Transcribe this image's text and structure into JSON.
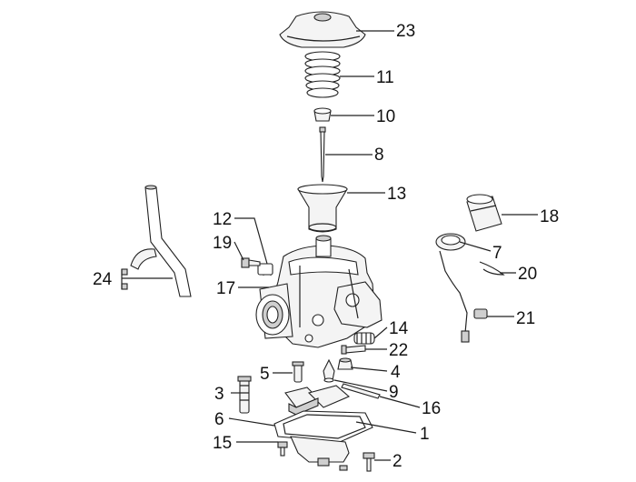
{
  "callouts": [
    {
      "id": "c23",
      "num": "23"
    },
    {
      "id": "c11",
      "num": "11"
    },
    {
      "id": "c10",
      "num": "10"
    },
    {
      "id": "c8",
      "num": "8"
    },
    {
      "id": "c13",
      "num": "13"
    },
    {
      "id": "c18",
      "num": "18"
    },
    {
      "id": "c12",
      "num": "12"
    },
    {
      "id": "c7",
      "num": "7"
    },
    {
      "id": "c19",
      "num": "19"
    },
    {
      "id": "c20",
      "num": "20"
    },
    {
      "id": "c24",
      "num": "24"
    },
    {
      "id": "c17",
      "num": "17"
    },
    {
      "id": "c21",
      "num": "21"
    },
    {
      "id": "c14",
      "num": "14"
    },
    {
      "id": "c22",
      "num": "22"
    },
    {
      "id": "c5",
      "num": "5"
    },
    {
      "id": "c4",
      "num": "4"
    },
    {
      "id": "c3",
      "num": "3"
    },
    {
      "id": "c9",
      "num": "9"
    },
    {
      "id": "c16",
      "num": "16"
    },
    {
      "id": "c6",
      "num": "6"
    },
    {
      "id": "c1",
      "num": "1"
    },
    {
      "id": "c15",
      "num": "15"
    },
    {
      "id": "c2",
      "num": "2"
    }
  ]
}
